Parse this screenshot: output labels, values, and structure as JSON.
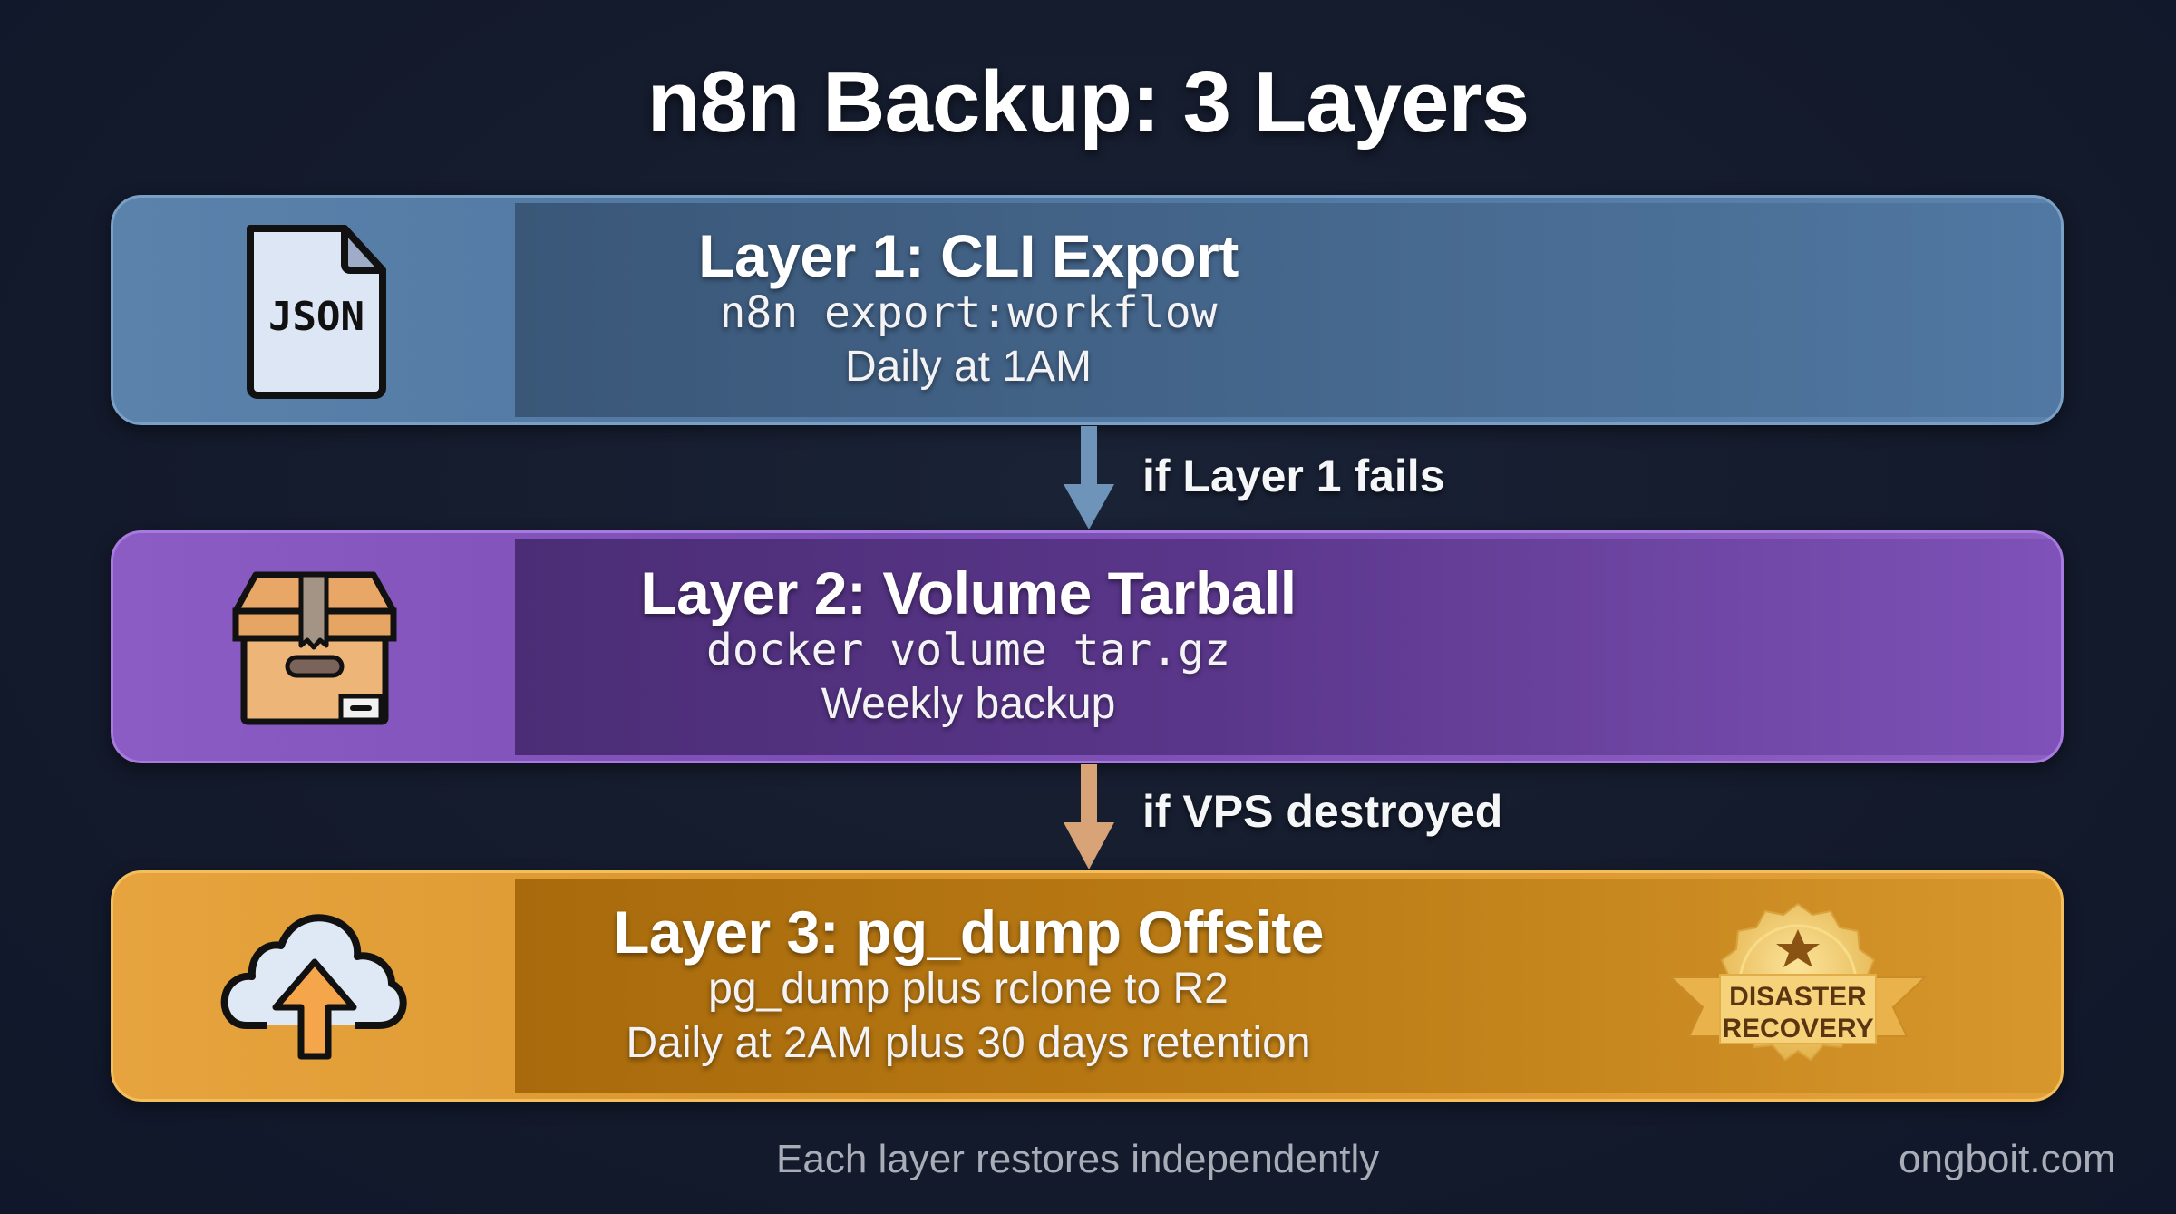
{
  "title": "n8n Backup: 3 Layers",
  "layers": [
    {
      "icon": "json-file-icon",
      "icon_label": "JSON",
      "heading": "Layer 1: CLI Export",
      "command": "n8n export:workflow",
      "schedule": "Daily at 1AM",
      "color": "#5a82ab"
    },
    {
      "icon": "cardboard-box-icon",
      "heading": "Layer 2: Volume Tarball",
      "command": "docker volume tar.gz",
      "schedule": "Weekly backup",
      "color": "#8b5cc4"
    },
    {
      "icon": "cloud-upload-icon",
      "heading": "Layer 3: pg_dump Offsite",
      "command": "pg_dump plus rclone to R2",
      "schedule": "Daily at 2AM plus 30 days retention",
      "color": "#e2a03a",
      "badge": {
        "line1": "DISASTER",
        "line2": "RECOVERY"
      }
    }
  ],
  "transitions": [
    {
      "label": "if Layer 1 fails",
      "color": "#6f94b9"
    },
    {
      "label": "if VPS destroyed",
      "color": "#d8a477"
    }
  ],
  "footer": {
    "note": "Each layer restores independently",
    "brand": "ongboit.com"
  }
}
